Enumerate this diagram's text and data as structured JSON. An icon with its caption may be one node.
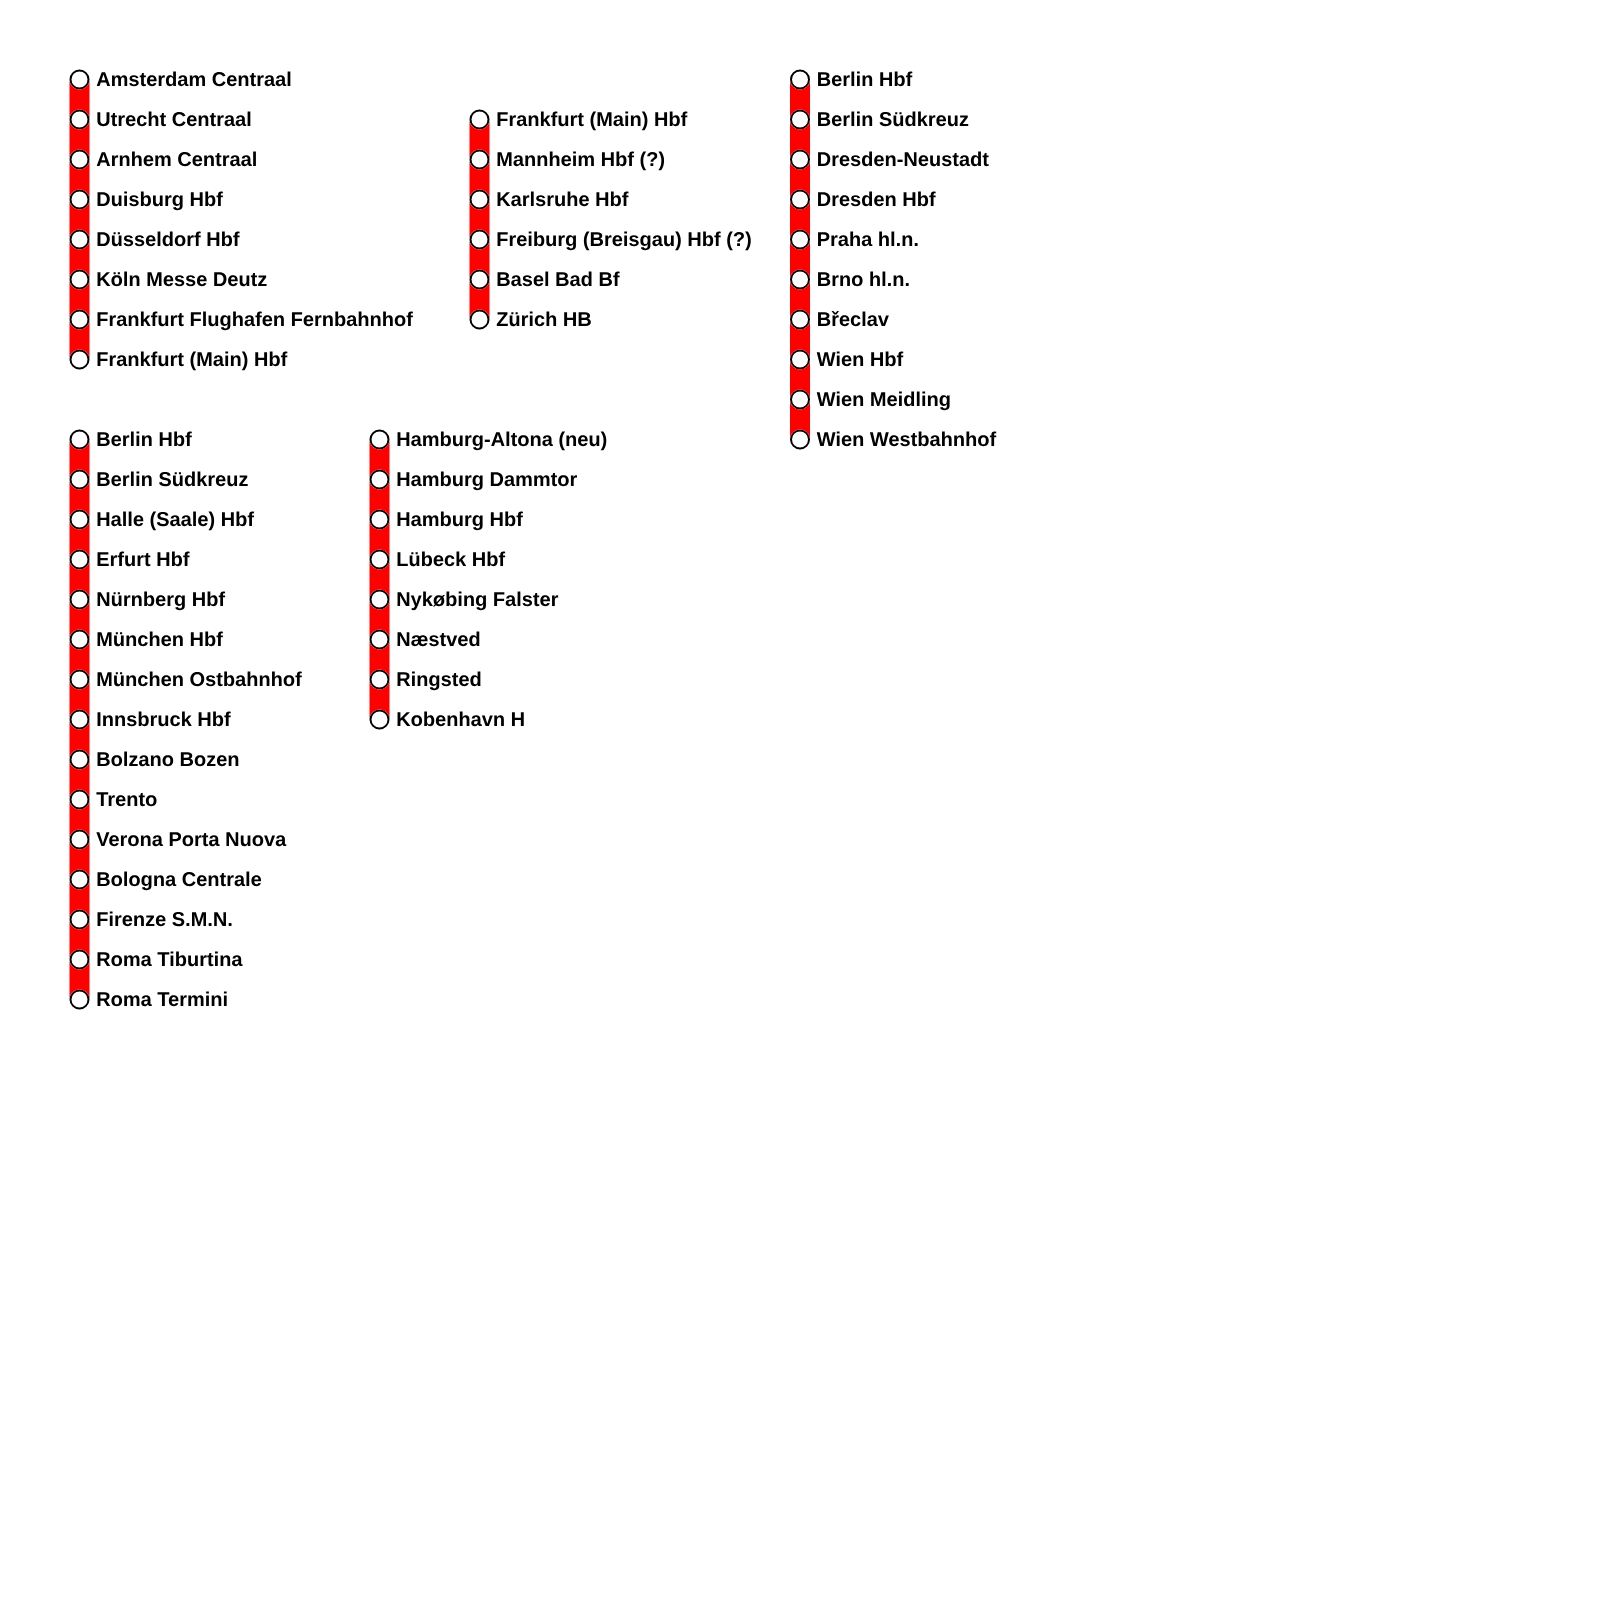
{
  "diagram": {
    "nodes": [
      {
        "text": [],
        "shape": "circle",
        "beside": [
          "Amsterdam Centraal"
        ]
      },
      {
        "text": [],
        "shape": "circle",
        "beside": [
          "Utrecht Centraal"
        ]
      },
      {
        "text": [],
        "shape": "circle",
        "beside": [
          "Arnhem Centraal"
        ]
      },
      {
        "text": [],
        "shape": "circle",
        "beside": [
          "Duisburg Hbf"
        ]
      },
      {
        "text": [],
        "shape": "circle",
        "beside": [
          "Düsseldorf Hbf"
        ]
      },
      {
        "text": [],
        "shape": "circle",
        "beside": [
          "Köln Messe Deutz"
        ]
      },
      {
        "text": [],
        "shape": "circle",
        "beside": [
          "Frankfurt Flughafen Fernbahnhof"
        ]
      },
      {
        "text": [],
        "shape": "circle",
        "beside": [
          "Frankfurt (Main) Hbf"
        ]
      },
      {
        "text": [],
        "shape": "circle",
        "beside": [
          "Frankfurt (Main) Hbf"
        ]
      },
      {
        "text": [],
        "shape": "circle",
        "beside": [
          "Mannheim Hbf (?)"
        ]
      },
      {
        "text": [],
        "shape": "circle",
        "beside": [
          "Karlsruhe Hbf"
        ]
      },
      {
        "text": [],
        "shape": "circle",
        "beside": [
          "Freiburg (Breisgau) Hbf (?)"
        ]
      },
      {
        "text": [],
        "shape": "circle",
        "beside": [
          "Basel Bad Bf"
        ]
      },
      {
        "text": [],
        "shape": "circle",
        "beside": [
          "Zürich HB"
        ]
      },
      {
        "text": [],
        "shape": "circle",
        "beside": [
          "Berlin Hbf"
        ]
      },
      {
        "text": [],
        "shape": "circle",
        "beside": [
          "Berlin Südkreuz"
        ]
      },
      {
        "text": [],
        "shape": "circle",
        "beside": [
          "Dresden-Neustadt"
        ]
      },
      {
        "text": [],
        "shape": "circle",
        "beside": [
          "Dresden Hbf"
        ]
      },
      {
        "text": [],
        "shape": "circle",
        "beside": [
          "Praha hl.n."
        ]
      },
      {
        "text": [],
        "shape": "circle",
        "beside": [
          "Brno hl.n."
        ]
      },
      {
        "text": [],
        "shape": "circle",
        "beside": [
          "Břeclav"
        ]
      },
      {
        "text": [],
        "shape": "circle",
        "beside": [
          "Wien Hbf"
        ]
      },
      {
        "text": [],
        "shape": "circle",
        "beside": [
          "Wien Meidling"
        ]
      },
      {
        "text": [],
        "shape": "circle",
        "beside": [
          "Wien Westbahnhof"
        ]
      },
      {
        "text": [],
        "shape": "circle",
        "beside": [
          "Berlin Hbf"
        ]
      },
      {
        "text": [],
        "shape": "circle",
        "beside": [
          "Berlin Südkreuz"
        ]
      },
      {
        "text": [],
        "shape": "circle",
        "beside": [
          "Halle (Saale) Hbf"
        ]
      },
      {
        "text": [],
        "shape": "circle",
        "beside": [
          "Erfurt Hbf"
        ]
      },
      {
        "text": [],
        "shape": "circle",
        "beside": [
          "Nürnberg Hbf"
        ]
      },
      {
        "text": [],
        "shape": "circle",
        "beside": [
          "München Hbf"
        ]
      },
      {
        "text": [],
        "shape": "circle",
        "beside": [
          "München Ostbahnhof"
        ]
      },
      {
        "text": [],
        "shape": "circle",
        "beside": [
          "Innsbruck Hbf"
        ]
      },
      {
        "text": [],
        "shape": "circle",
        "beside": [
          "Bolzano Bozen"
        ]
      },
      {
        "text": [],
        "shape": "circle",
        "beside": [
          "Trento"
        ]
      },
      {
        "text": [],
        "shape": "circle",
        "beside": [
          "Verona Porta Nuova"
        ]
      },
      {
        "text": [],
        "shape": "circle",
        "beside": [
          "Bologna Centrale"
        ]
      },
      {
        "text": [],
        "shape": "circle",
        "beside": [
          "Firenze S.M.N."
        ]
      },
      {
        "text": [],
        "shape": "circle",
        "beside": [
          "Roma Tiburtina"
        ]
      },
      {
        "text": [],
        "shape": "circle",
        "beside": [
          "Roma Termini"
        ]
      },
      {
        "text": [],
        "shape": "circle",
        "beside": [
          "Hamburg-Altona (neu)"
        ]
      },
      {
        "text": [],
        "shape": "circle",
        "beside": [
          "Hamburg Dammtor"
        ]
      },
      {
        "text": [],
        "shape": "circle",
        "beside": [
          "Hamburg Hbf"
        ]
      },
      {
        "text": [],
        "shape": "circle",
        "beside": [
          "Lübeck Hbf"
        ]
      },
      {
        "text": [],
        "shape": "circle",
        "beside": [
          "Nykøbing Falster"
        ]
      },
      {
        "text": [],
        "shape": "circle",
        "beside": [
          "Næstved"
        ]
      },
      {
        "text": [],
        "shape": "circle",
        "beside": [
          "Ringsted"
        ]
      },
      {
        "text": [],
        "shape": "circle",
        "beside": [
          "Kobenhavn H"
        ]
      }
    ],
    "edges": [
      {
        "from": 0,
        "to": 1,
        "arrow": "none"
      },
      {
        "from": 1,
        "to": 2,
        "arrow": "none"
      },
      {
        "from": 2,
        "to": 3,
        "arrow": "none"
      },
      {
        "from": 3,
        "to": 4,
        "arrow": "none"
      },
      {
        "from": 4,
        "to": 5,
        "arrow": "none"
      },
      {
        "from": 5,
        "to": 6,
        "arrow": "none"
      },
      {
        "from": 6,
        "to": 7,
        "arrow": "none"
      },
      {
        "from": 8,
        "to": 9,
        "arrow": "none"
      },
      {
        "from": 9,
        "to": 10,
        "arrow": "none"
      },
      {
        "from": 10,
        "to": 11,
        "arrow": "none"
      },
      {
        "from": 11,
        "to": 12,
        "arrow": "none"
      },
      {
        "from": 12,
        "to": 13,
        "arrow": "none"
      },
      {
        "from": 14,
        "to": 15,
        "arrow": "none"
      },
      {
        "from": 15,
        "to": 16,
        "arrow": "none"
      },
      {
        "from": 16,
        "to": 17,
        "arrow": "none"
      },
      {
        "from": 17,
        "to": 18,
        "arrow": "none"
      },
      {
        "from": 18,
        "to": 19,
        "arrow": "none"
      },
      {
        "from": 19,
        "to": 20,
        "arrow": "none"
      },
      {
        "from": 20,
        "to": 21,
        "arrow": "none"
      },
      {
        "from": 21,
        "to": 22,
        "arrow": "none"
      },
      {
        "from": 22,
        "to": 23,
        "arrow": "none"
      },
      {
        "from": 24,
        "to": 25,
        "arrow": "none"
      },
      {
        "from": 25,
        "to": 26,
        "arrow": "none"
      },
      {
        "from": 26,
        "to": 27,
        "arrow": "none"
      },
      {
        "from": 27,
        "to": 28,
        "arrow": "none"
      },
      {
        "from": 28,
        "to": 29,
        "arrow": "none"
      },
      {
        "from": 29,
        "to": 30,
        "arrow": "none"
      },
      {
        "from": 30,
        "to": 31,
        "arrow": "none"
      },
      {
        "from": 31,
        "to": 32,
        "arrow": "none"
      },
      {
        "from": 32,
        "to": 33,
        "arrow": "none"
      },
      {
        "from": 33,
        "to": 34,
        "arrow": "none"
      },
      {
        "from": 34,
        "to": 35,
        "arrow": "none"
      },
      {
        "from": 35,
        "to": 36,
        "arrow": "none"
      },
      {
        "from": 36,
        "to": 37,
        "arrow": "none"
      },
      {
        "from": 37,
        "to": 38,
        "arrow": "none"
      },
      {
        "from": 39,
        "to": 40,
        "arrow": "none"
      },
      {
        "from": 40,
        "to": 41,
        "arrow": "none"
      },
      {
        "from": 41,
        "to": 42,
        "arrow": "none"
      },
      {
        "from": 42,
        "to": 43,
        "arrow": "none"
      },
      {
        "from": 43,
        "to": 44,
        "arrow": "none"
      },
      {
        "from": 44,
        "to": 45,
        "arrow": "none"
      },
      {
        "from": 45,
        "to": 46,
        "arrow": "none"
      }
    ]
  }
}
